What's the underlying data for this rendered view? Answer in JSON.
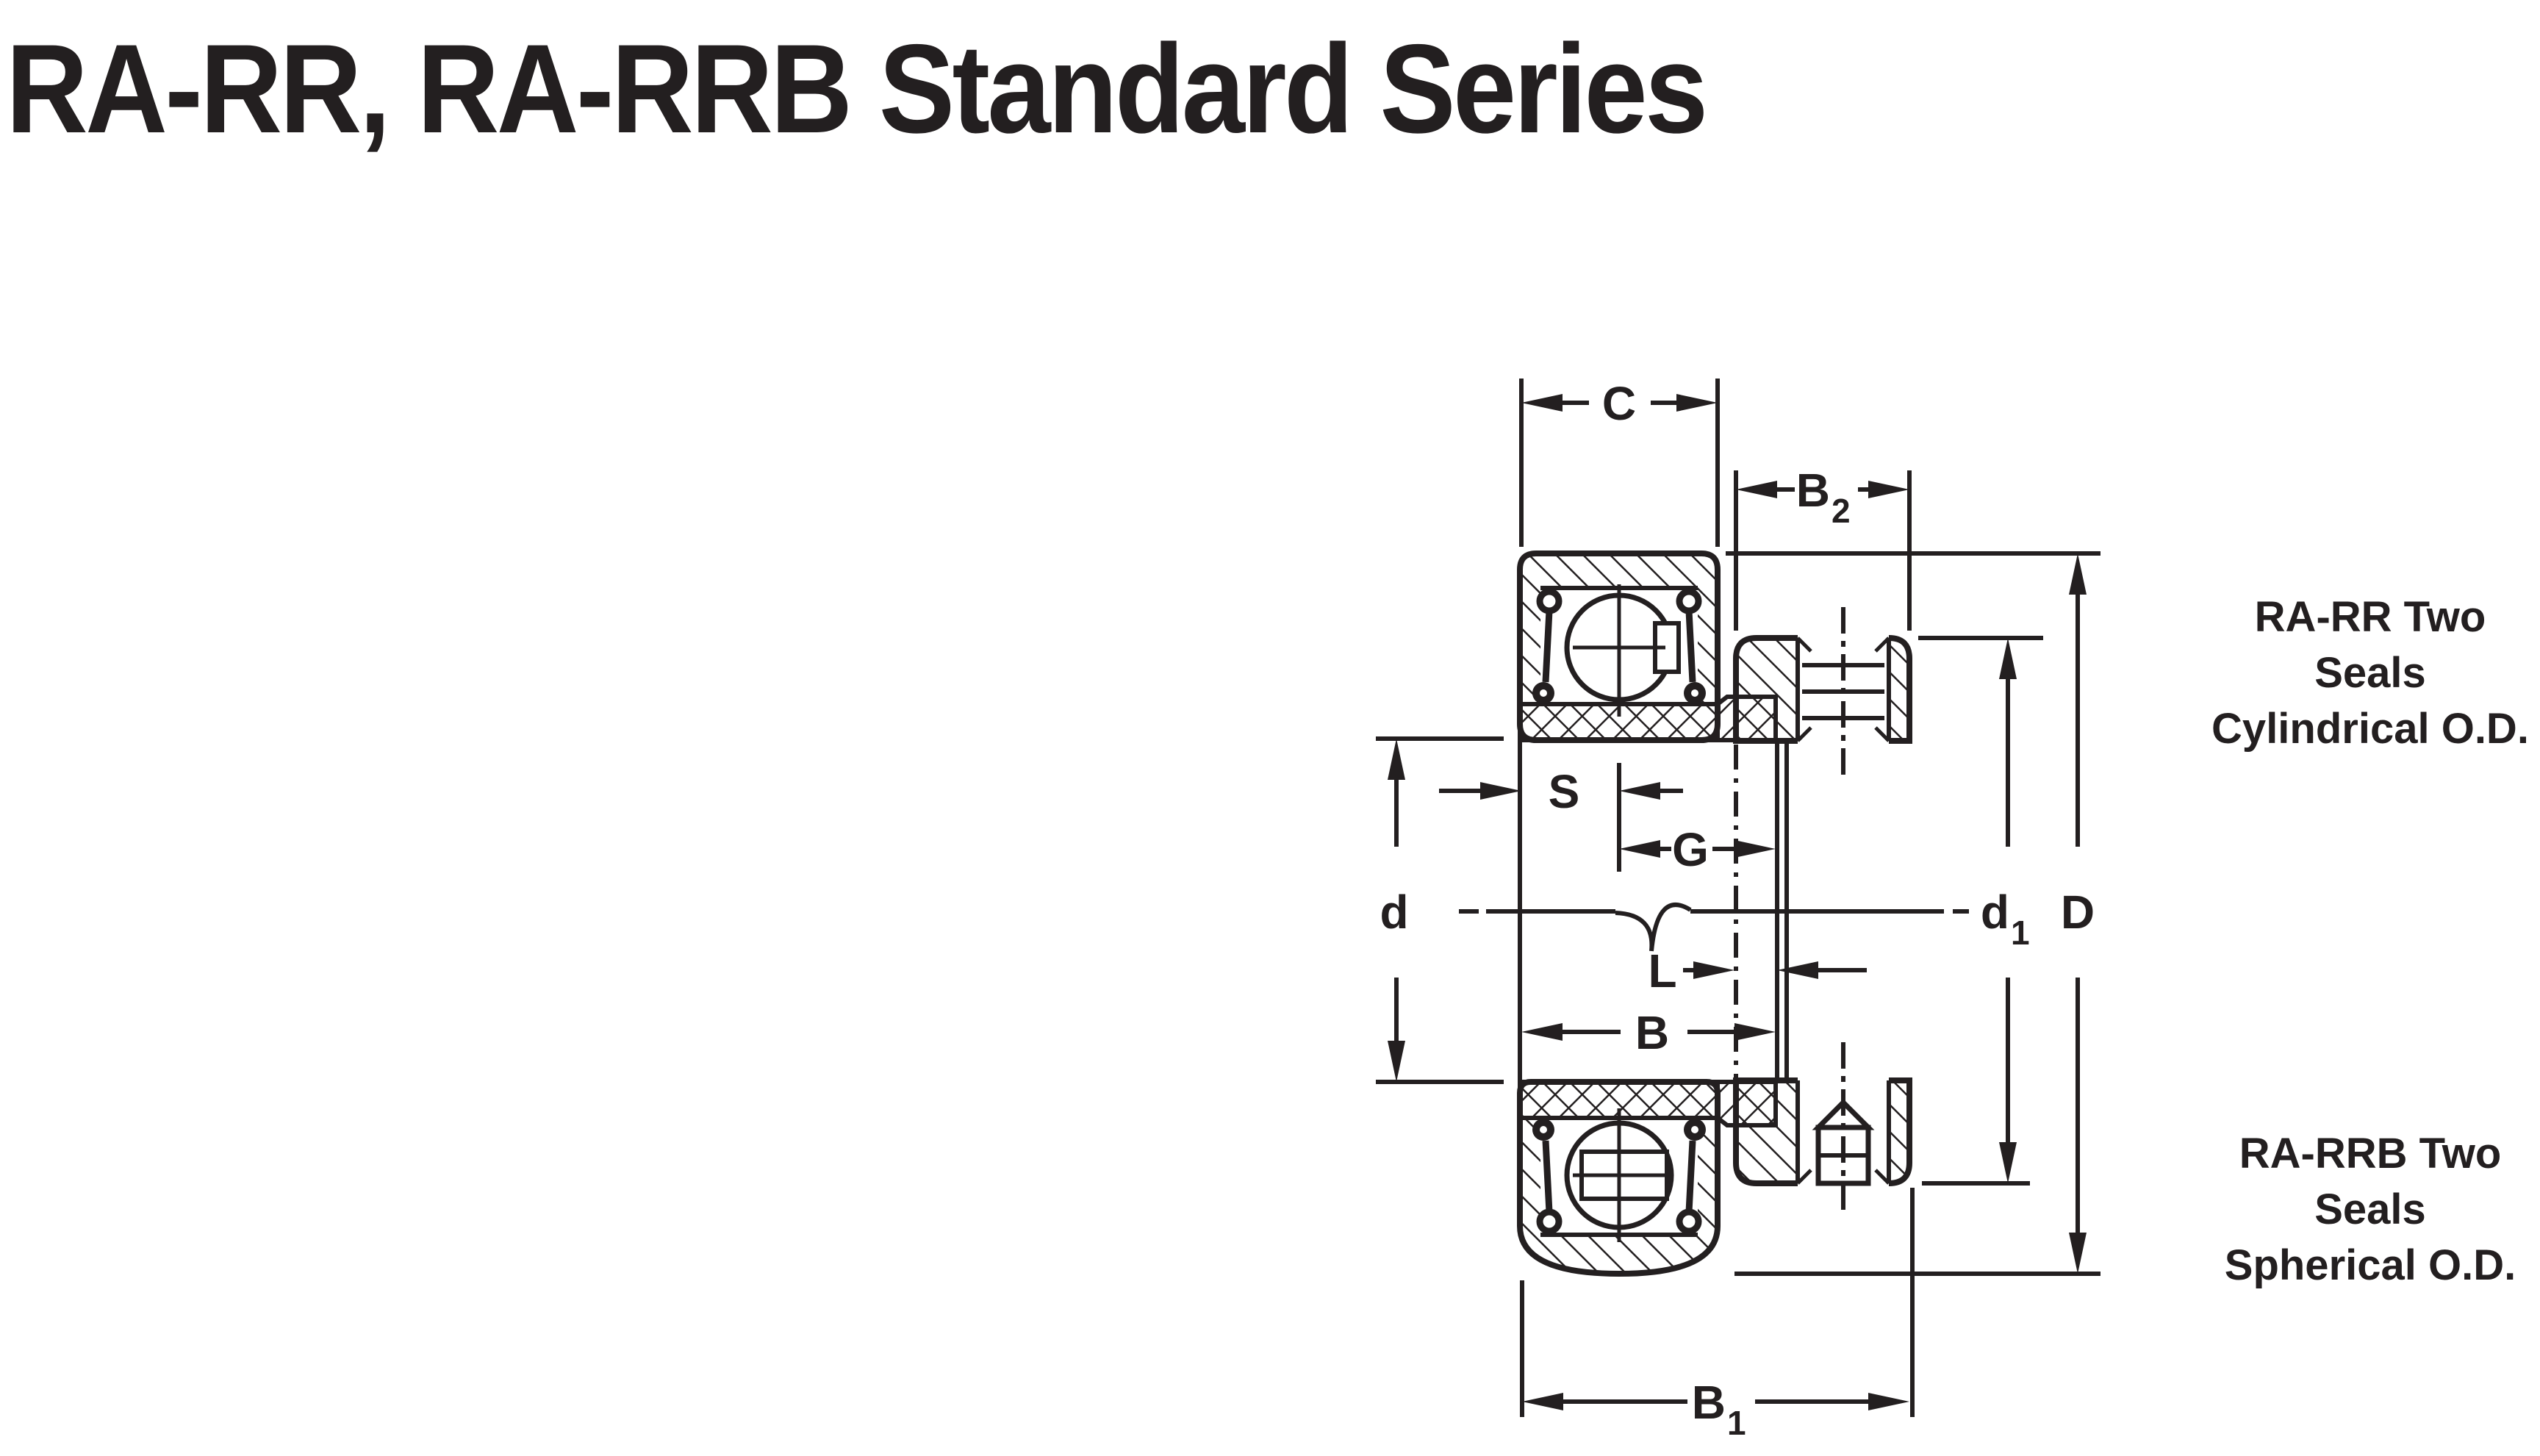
{
  "title": "RA-RR, RA-RRB Standard Series",
  "callouts": {
    "cylindrical": {
      "line1": "RA-RR Two Seals",
      "line2": "Cylindrical O.D."
    },
    "spherical": {
      "line1": "RA-RRB Two Seals",
      "line2": "Spherical O.D."
    }
  },
  "dimension_labels": {
    "C": "C",
    "S": "S",
    "G": "G",
    "L": "L",
    "B": "B",
    "d": "d",
    "D": "D",
    "B2": {
      "base": "B",
      "sub": "2"
    },
    "d1": {
      "base": "d",
      "sub": "1"
    },
    "B1": {
      "base": "B",
      "sub": "1"
    }
  },
  "colors": {
    "ink": "#231f20",
    "background": "#ffffff"
  }
}
